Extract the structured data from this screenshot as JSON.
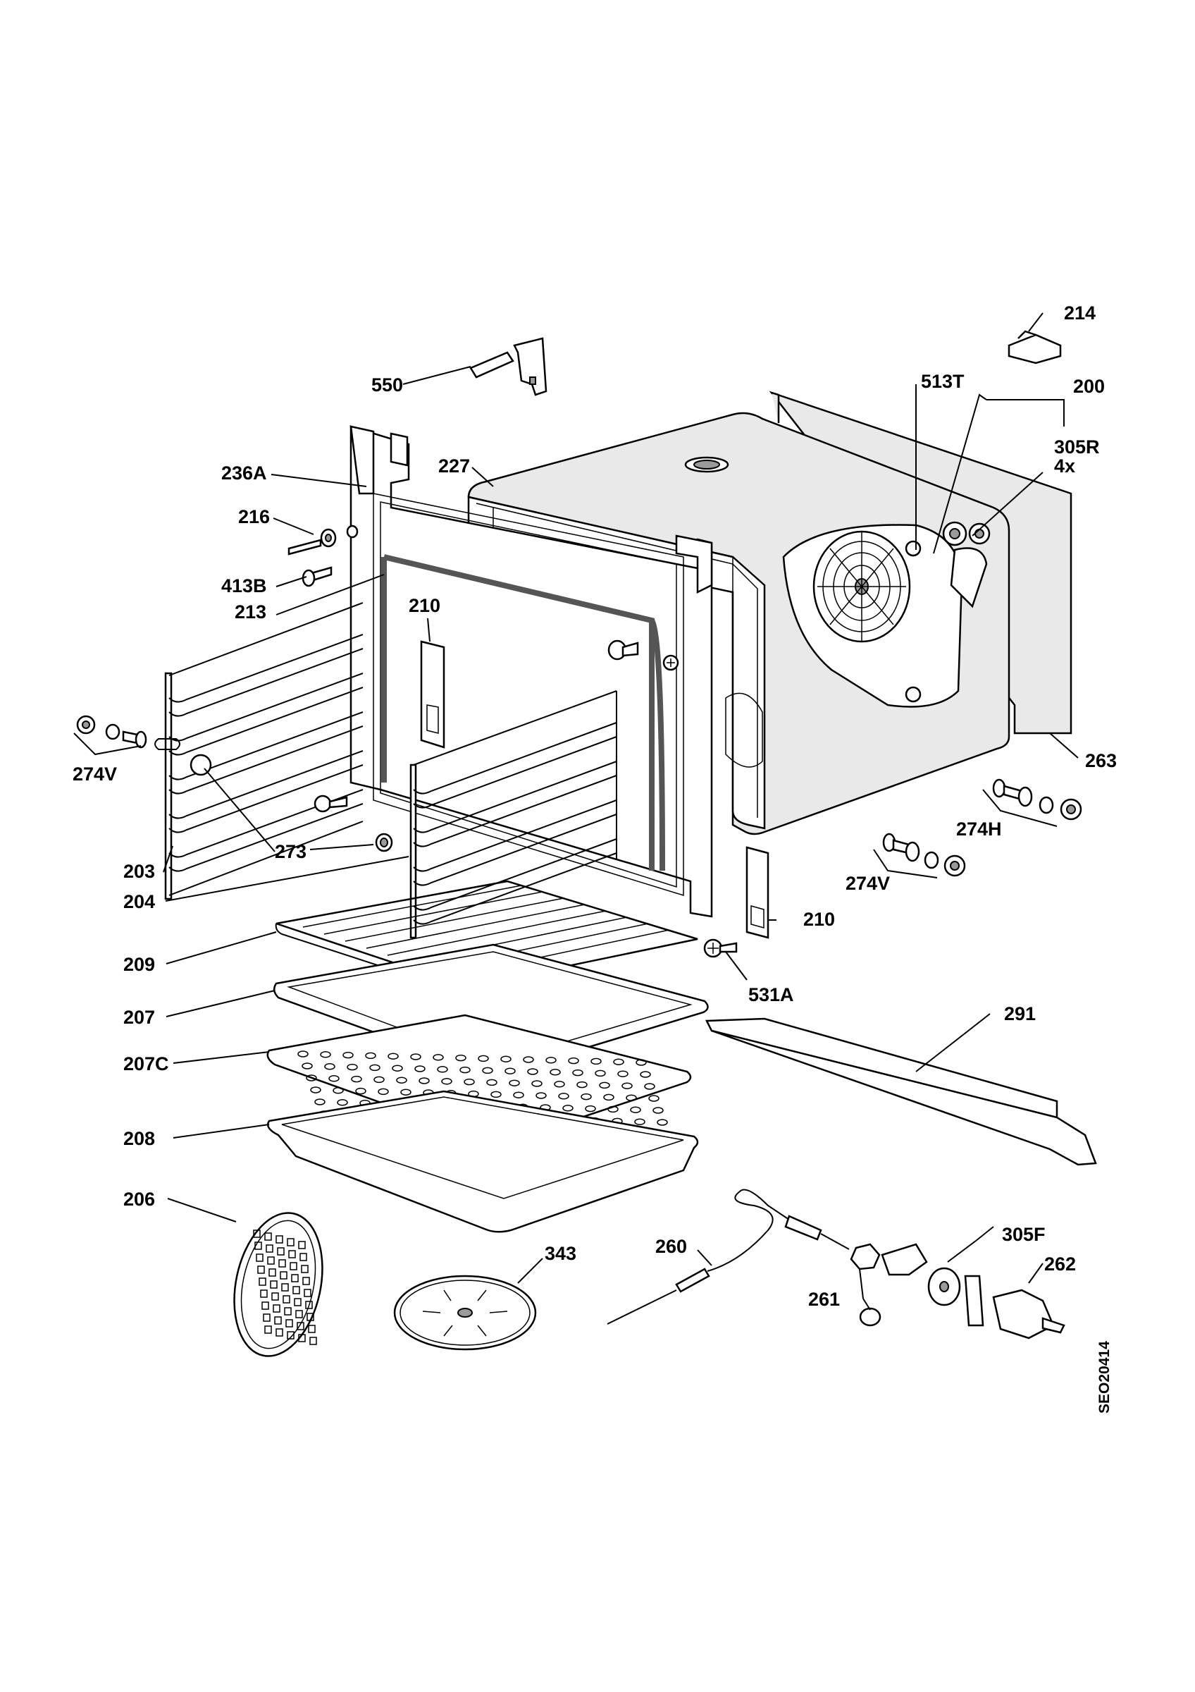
{
  "diagram": {
    "drawing_code": "SEO20414",
    "labels": [
      {
        "id": "214",
        "text": "214"
      },
      {
        "id": "550",
        "text": "550"
      },
      {
        "id": "513T",
        "text": "513T"
      },
      {
        "id": "200",
        "text": "200"
      },
      {
        "id": "305R",
        "text": "305R"
      },
      {
        "id": "4x",
        "text": "4x"
      },
      {
        "id": "236A",
        "text": "236A"
      },
      {
        "id": "227",
        "text": "227"
      },
      {
        "id": "216",
        "text": "216"
      },
      {
        "id": "413B",
        "text": "413B"
      },
      {
        "id": "213",
        "text": "213"
      },
      {
        "id": "210a",
        "text": "210"
      },
      {
        "id": "274V-left",
        "text": "274V"
      },
      {
        "id": "263",
        "text": "263"
      },
      {
        "id": "274H",
        "text": "274H"
      },
      {
        "id": "273",
        "text": "273"
      },
      {
        "id": "274V-right",
        "text": "274V"
      },
      {
        "id": "203",
        "text": "203"
      },
      {
        "id": "204",
        "text": "204"
      },
      {
        "id": "210b",
        "text": "210"
      },
      {
        "id": "209",
        "text": "209"
      },
      {
        "id": "531A",
        "text": "531A"
      },
      {
        "id": "207",
        "text": "207"
      },
      {
        "id": "291",
        "text": "291"
      },
      {
        "id": "207C",
        "text": "207C"
      },
      {
        "id": "208",
        "text": "208"
      },
      {
        "id": "206",
        "text": "206"
      },
      {
        "id": "343",
        "text": "343"
      },
      {
        "id": "260",
        "text": "260"
      },
      {
        "id": "305F",
        "text": "305F"
      },
      {
        "id": "262",
        "text": "262"
      },
      {
        "id": "261",
        "text": "261"
      }
    ]
  }
}
